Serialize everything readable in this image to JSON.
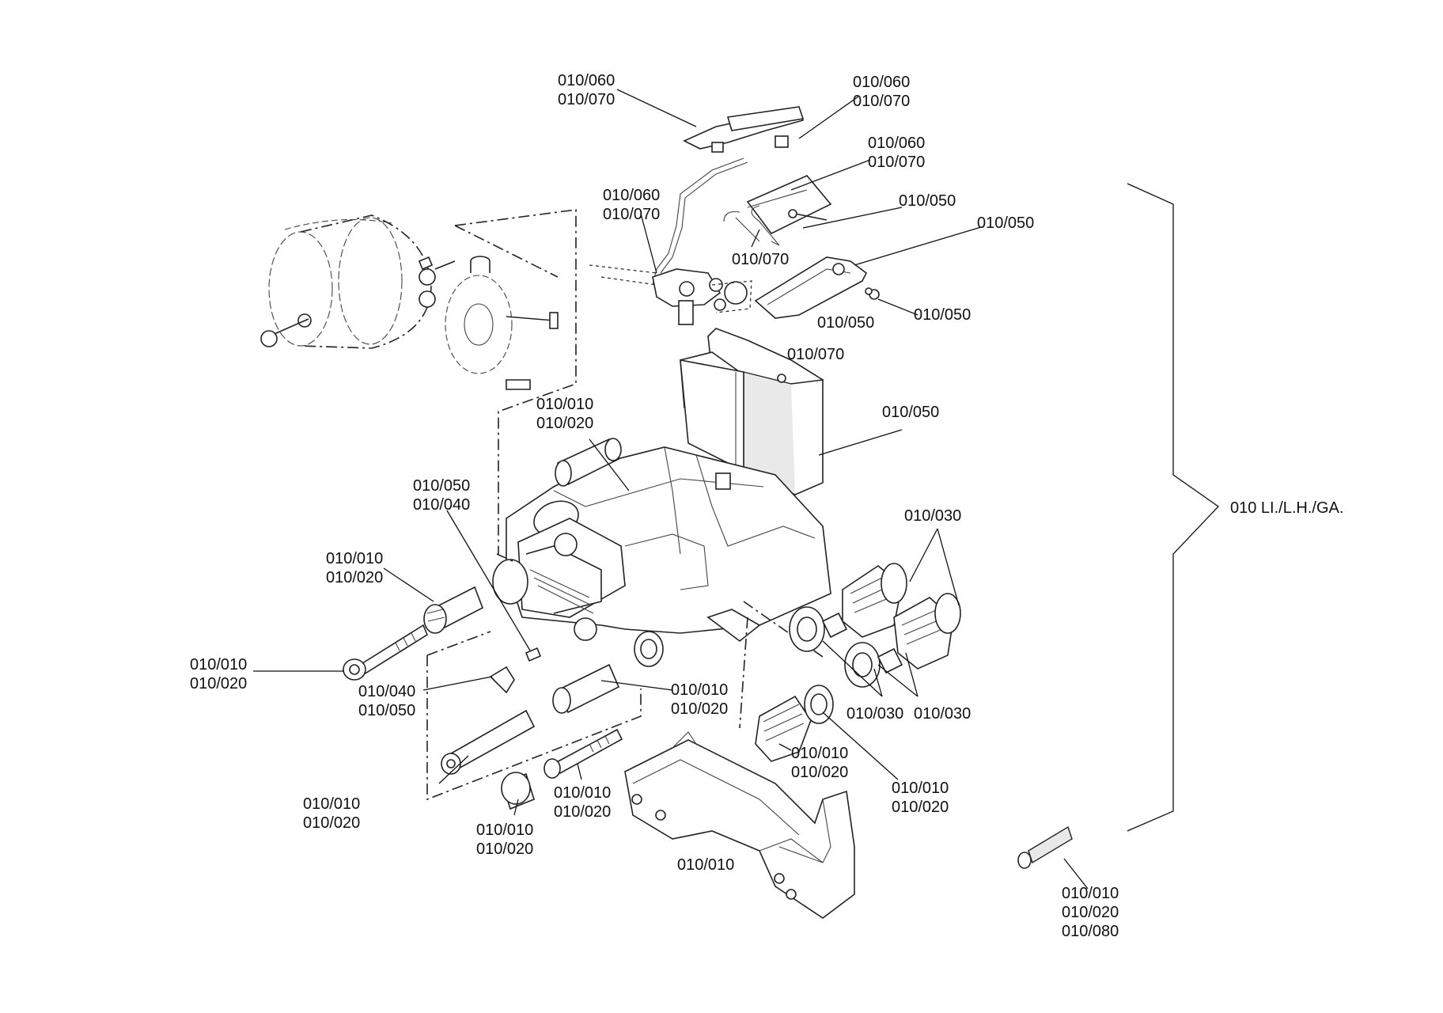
{
  "diagram": {
    "labels": [
      {
        "id": "lbl-top-left-bracket",
        "lines": [
          "010/060",
          "010/070"
        ]
      },
      {
        "id": "lbl-top-right-bracket",
        "lines": [
          "010/060",
          "010/070"
        ]
      },
      {
        "id": "lbl-spring-plate",
        "lines": [
          "010/060",
          "010/070"
        ]
      },
      {
        "id": "lbl-sensor-harness",
        "lines": [
          "010/060",
          "010/070"
        ]
      },
      {
        "id": "lbl-pin-upper",
        "lines": [
          "010/050"
        ]
      },
      {
        "id": "lbl-retainer-upper",
        "lines": [
          "010/050"
        ]
      },
      {
        "id": "lbl-hook",
        "lines": [
          "010/070"
        ]
      },
      {
        "id": "lbl-clip-left",
        "lines": [
          "010/050"
        ]
      },
      {
        "id": "lbl-clip-right",
        "lines": [
          "010/050"
        ]
      },
      {
        "id": "lbl-pad-plate",
        "lines": [
          "010/070"
        ]
      },
      {
        "id": "lbl-pads",
        "lines": [
          "010/050"
        ]
      },
      {
        "id": "lbl-guide-sleeve-top",
        "lines": [
          "010/010",
          "010/020"
        ]
      },
      {
        "id": "lbl-plug-cap",
        "lines": [
          "010/050",
          "010/040"
        ]
      },
      {
        "id": "lbl-bush-left",
        "lines": [
          "010/010",
          "010/020"
        ]
      },
      {
        "id": "lbl-bolt-left",
        "lines": [
          "010/010",
          "010/020"
        ]
      },
      {
        "id": "lbl-cap-small",
        "lines": [
          "010/040",
          "010/050"
        ]
      },
      {
        "id": "lbl-sleeve-mid",
        "lines": [
          "010/010",
          "010/020"
        ]
      },
      {
        "id": "lbl-tappet-boots",
        "lines": [
          "010/030"
        ]
      },
      {
        "id": "lbl-tappet-lower-a",
        "lines": [
          "010/030"
        ]
      },
      {
        "id": "lbl-tappet-lower-b",
        "lines": [
          "010/030"
        ]
      },
      {
        "id": "lbl-boot-lower",
        "lines": [
          "010/010",
          "010/020"
        ]
      },
      {
        "id": "lbl-ring-lower",
        "lines": [
          "010/010",
          "010/020"
        ]
      },
      {
        "id": "lbl-guide-pin-long",
        "lines": [
          "010/010",
          "010/020"
        ]
      },
      {
        "id": "lbl-bolt-lower",
        "lines": [
          "010/010",
          "010/020"
        ]
      },
      {
        "id": "lbl-cap-lower",
        "lines": [
          "010/010",
          "010/020"
        ]
      },
      {
        "id": "lbl-carrier",
        "lines": [
          "010/010"
        ]
      },
      {
        "id": "lbl-grease-tube",
        "lines": [
          "010/010",
          "010/020",
          "010/080"
        ]
      }
    ],
    "assembly_label": "010 LI./L.H./GA."
  }
}
